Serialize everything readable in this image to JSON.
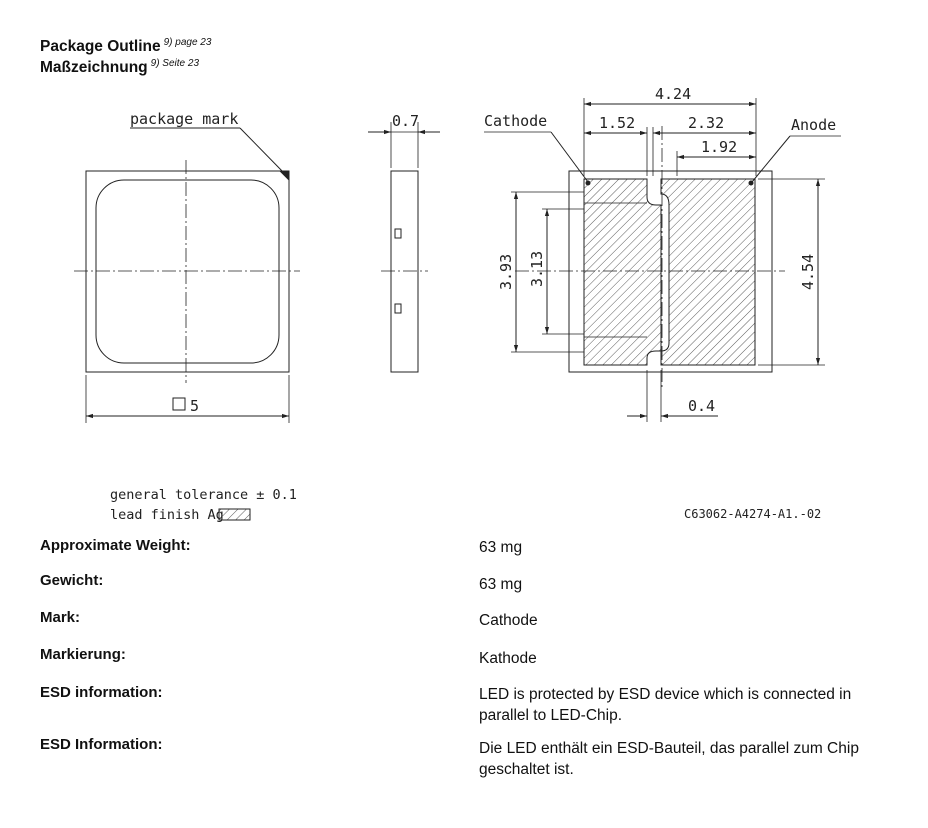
{
  "header": {
    "title_en": "Package Outline",
    "note_en": "9) page 23",
    "title_de": "Maßzeichnung",
    "note_de": "9) Seite 23"
  },
  "drawing": {
    "package_mark_label": "package mark",
    "thickness_dim": "0.7",
    "size_dim": "5",
    "cathode_label": "Cathode",
    "anode_label": "Anode",
    "dim_total_width": "4.24",
    "dim_cathode_pad": "1.52",
    "dim_anode_pad": "2.32",
    "dim_anode_inner": "1.92",
    "dim_left_outer_height": "3.93",
    "dim_left_inner_height": "3.13",
    "dim_right_height": "4.54",
    "dim_gap": "0.4",
    "tolerance_text": "general tolerance ± 0.1",
    "lead_finish_text": "lead finish Ag",
    "drawing_number": "C63062-A4274-A1.-02"
  },
  "properties": [
    {
      "label": "Approximate Weight:",
      "value": "63 mg"
    },
    {
      "label": "Gewicht:",
      "value": "63 mg"
    },
    {
      "label": "Mark:",
      "value": "Cathode"
    },
    {
      "label": "Markierung:",
      "value": "Kathode"
    },
    {
      "label": "ESD information:",
      "value": "LED is protected by ESD device which is connected in parallel to LED-Chip."
    },
    {
      "label": "ESD Information:",
      "value": "Die LED enthält ein ESD-Bauteil, das parallel zum Chip geschaltet ist."
    }
  ]
}
